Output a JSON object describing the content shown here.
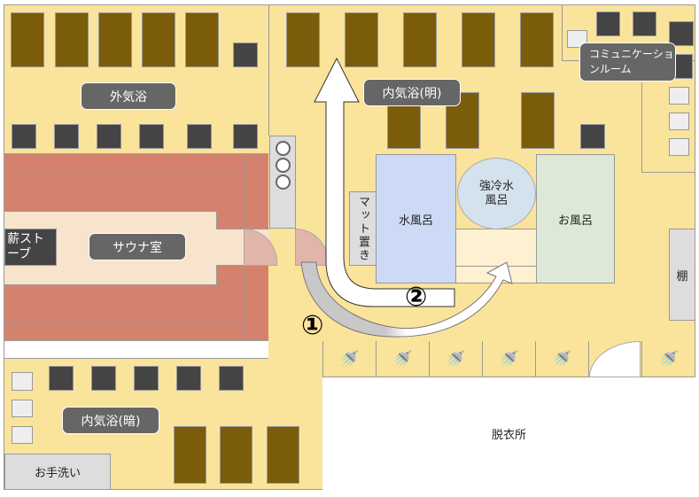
{
  "labels": {
    "outdoor_rest": "外気浴",
    "indoor_rest_bright": "内気浴(明)",
    "indoor_rest_dark": "内気浴(暗)",
    "communication_room": "コミュニケーションルーム",
    "sauna_room": "サウナ室",
    "wood_stove": "薪ストーブ",
    "mat_storage": "マット置き",
    "cold_bath": "水風呂",
    "extra_cold_bath": "強冷水風呂",
    "hot_bath": "お風呂",
    "shelf": "棚",
    "changing_room": "脱衣所",
    "restroom": "お手洗い"
  },
  "routes": {
    "route1": "①",
    "route2": "②"
  },
  "colors": {
    "floor": "#FAE39B",
    "sauna": "#D4826E",
    "cold_bath": "#CCDAF5",
    "hot_bath": "#DDE9D6"
  }
}
